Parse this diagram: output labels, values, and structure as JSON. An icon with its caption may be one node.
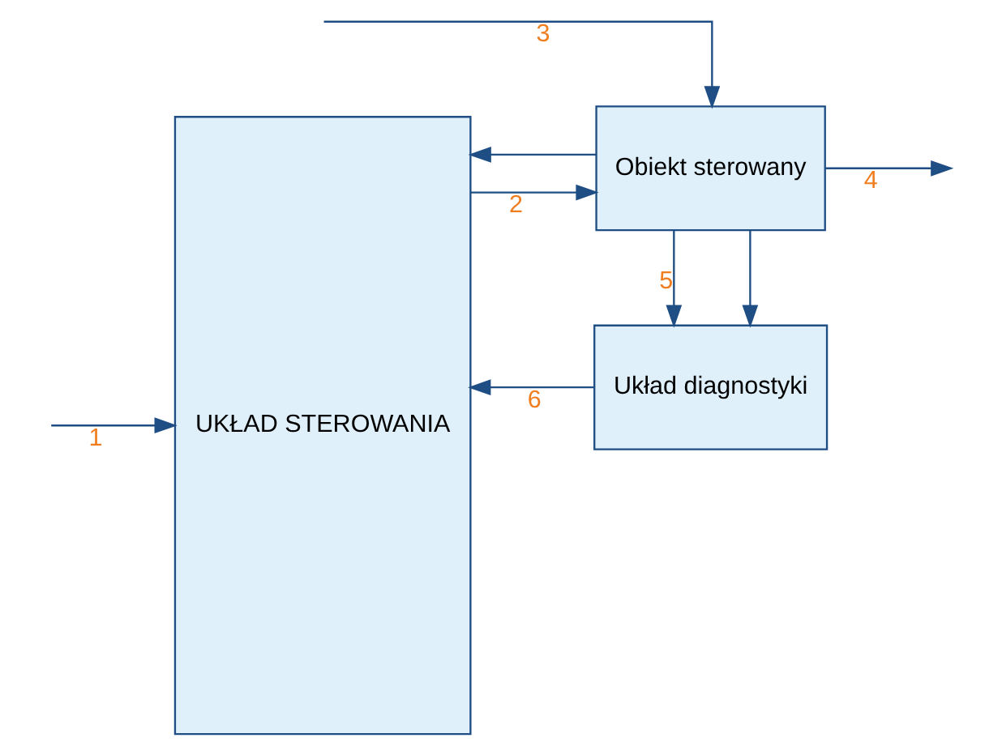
{
  "diagram": {
    "nodes": [
      {
        "text": [
          "UKŁAD STEROWANIA"
        ]
      },
      {
        "text": [
          "Obiekt sterowany"
        ]
      },
      {
        "text": [
          "Układ diagnostyki"
        ]
      }
    ],
    "edges": [
      {
        "from": null,
        "to": 0,
        "arrow": "to",
        "label": "1"
      },
      {
        "from": 0,
        "to": 1,
        "arrow": "to",
        "label": "2"
      },
      {
        "from": null,
        "to": 1,
        "arrow": "to",
        "label": "3"
      },
      {
        "from": 1,
        "to": null,
        "arrow": "to",
        "label": "4"
      },
      {
        "from": 1,
        "to": 2,
        "arrow": "to",
        "label": "5"
      },
      {
        "from": 2,
        "to": 0,
        "arrow": "to",
        "label": "6"
      },
      {
        "from": 1,
        "to": 2,
        "arrow": "to"
      },
      {
        "from": 1,
        "to": 0,
        "arrow": "to"
      }
    ]
  }
}
